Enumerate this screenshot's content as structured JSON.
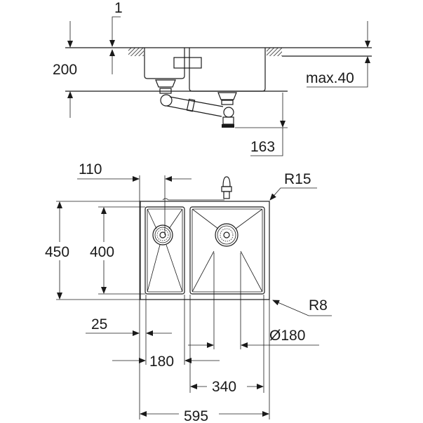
{
  "title": "Double undermount sink dimension drawing",
  "side_view": {
    "dim_thickness": "1",
    "dim_depth": "200",
    "dim_worktop": "max.40",
    "dim_drain_height": "163"
  },
  "top_view": {
    "dim_drain_offset": "110",
    "dim_outer_depth": "450",
    "dim_bowl_depth": "400",
    "dim_corner_radius_outer": "R15",
    "dim_corner_radius_inner": "R8",
    "dim_wall": "25",
    "dim_small_bowl_width": "180",
    "dim_large_drain": "Ø180",
    "dim_large_bowl_width": "340",
    "dim_total_width": "595"
  },
  "colors": {
    "line": "#1a1a1a",
    "background": "#ffffff"
  }
}
